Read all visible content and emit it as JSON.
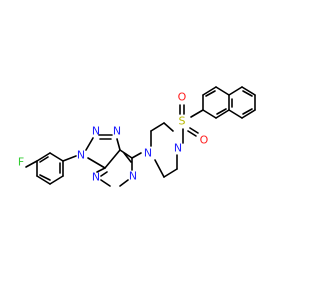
{
  "molecule": {
    "atom_labels": {
      "fluorine": "F",
      "n_triazole_1": "N",
      "n_triazole_2": "N",
      "n_triazole_3": "N",
      "n_pyrimidine_1": "N",
      "n_pyrimidine_2": "N",
      "n_piperazine_1": "N",
      "n_piperazine_2": "N",
      "sulfur": "S",
      "oxygen_top": "O",
      "oxygen_bottom": "O"
    },
    "colors": {
      "bond": "#000000",
      "nitrogen": "#2020ff",
      "fluorine": "#33cc33",
      "sulfur": "#cccc00",
      "oxygen": "#ff2020",
      "background": "#ffffff"
    }
  }
}
